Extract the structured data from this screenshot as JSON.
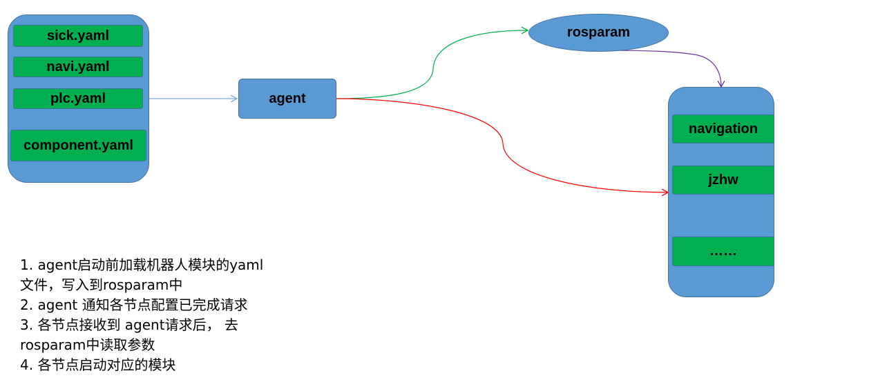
{
  "config_files": [
    "sick.yaml",
    "navi.yaml",
    "plc.yaml",
    "component.yaml"
  ],
  "agent_label": "agent",
  "rosparam_label": "rosparam",
  "nodes": [
    "navigation",
    "jzhw",
    "……"
  ],
  "notes": [
    "1. agent启动前加载机器人模块的yaml",
    "文件，写入到rosparam中",
    "2. agent 通知各节点配置已完成请求",
    "3. 各节点接收到 agent请求后，  去",
    "rosparam中读取参数",
    "4. 各节点启动对应的模块"
  ],
  "colors": {
    "box_blue": "#5b9bd5",
    "box_green": "#00b050",
    "border": "#41719c",
    "arrow_files_to_agent": "#7fa7d6",
    "arrow_agent_to_rosparam": "#00b050",
    "arrow_agent_to_nodes": "#ff0000",
    "arrow_rosparam_to_nodes": "#7030a0"
  }
}
